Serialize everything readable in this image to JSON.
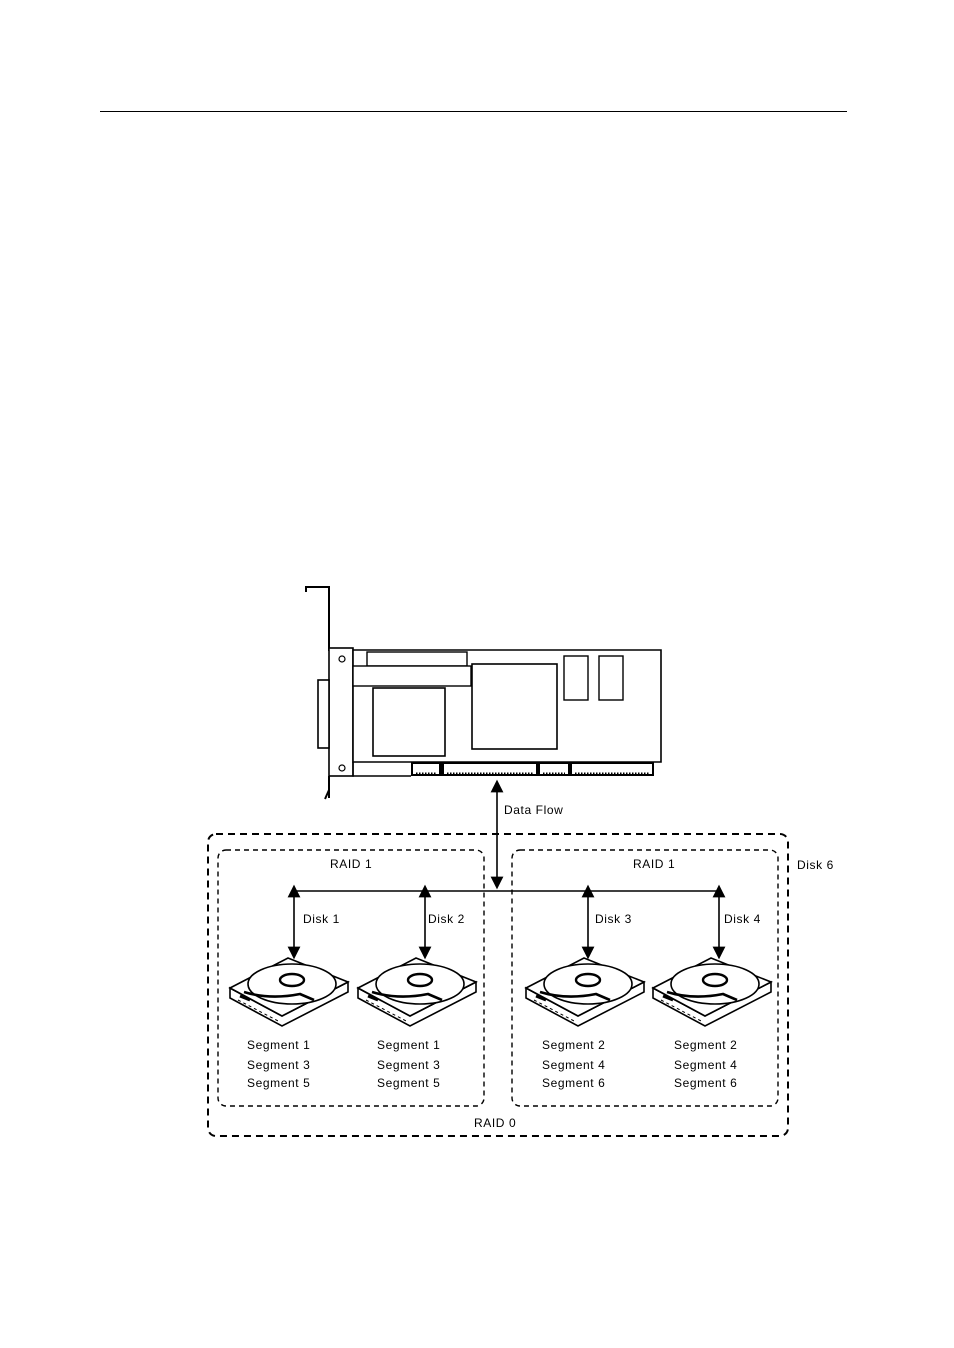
{
  "diagram": {
    "data_flow_label": "Data Flow",
    "outer_group_label": "RAID 0",
    "outer_disk_label": "Disk 6",
    "left_group": {
      "label": "RAID 1",
      "disks": [
        {
          "label": "Disk 1",
          "segments": [
            "Segment 1",
            "Segment 3",
            "Segment 5"
          ]
        },
        {
          "label": "Disk 2",
          "segments": [
            "Segment 1",
            "Segment 3",
            "Segment 5"
          ]
        }
      ]
    },
    "right_group": {
      "label": "RAID 1",
      "disks": [
        {
          "label": "Disk 3",
          "segments": [
            "Segment 2",
            "Segment 4",
            "Segment 6"
          ]
        },
        {
          "label": "Disk 4",
          "segments": [
            "Segment 2",
            "Segment 4",
            "Segment 6"
          ]
        }
      ]
    }
  }
}
